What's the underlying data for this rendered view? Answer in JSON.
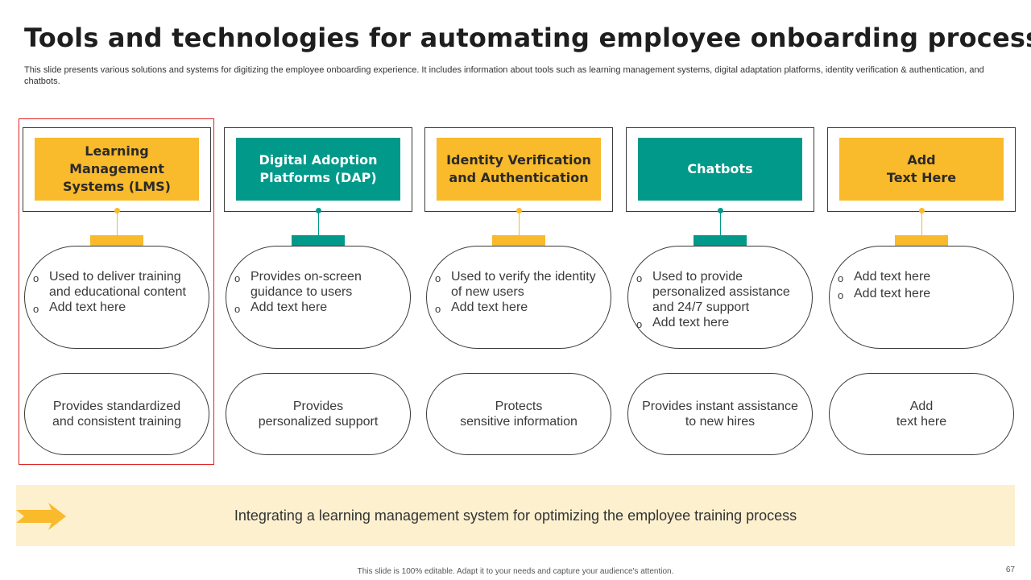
{
  "slide": {
    "title": "Tools and technologies for automating employee onboarding process",
    "subtitle": "This slide presents various solutions and systems for digitizing the employee onboarding experience. It includes information about tools such as learning management systems, digital adaptation platforms, identity verification & authentication, and chatbots.",
    "footer": "This slide is 100% editable.  Adapt it to your needs and capture your audience's attention.",
    "page_number": "67"
  },
  "colors": {
    "yellow": "#f9ba2b",
    "teal": "#00998a",
    "banner": "#fdf0cf",
    "highlight": "#e02020"
  },
  "columns": [
    {
      "heading": "Learning Management\nSystems (LMS)",
      "theme": "yellow",
      "bullets": [
        "Used to deliver training and educational content",
        "Add text here"
      ],
      "benefit": "Provides standardized\nand consistent training"
    },
    {
      "heading": "Digital Adoption\nPlatforms (DAP)",
      "theme": "teal",
      "bullets": [
        "Provides on-screen guidance to users",
        "Add text here"
      ],
      "benefit": "Provides\npersonalized support"
    },
    {
      "heading": "Identity Verification\nand Authentication",
      "theme": "yellow",
      "bullets": [
        "Used to verify the identity of new users",
        "Add text here"
      ],
      "benefit": "Protects\nsensitive information"
    },
    {
      "heading": "Chatbots",
      "theme": "teal",
      "bullets": [
        "Used to provide personalized assistance and 24/7 support",
        "Add text here"
      ],
      "benefit": "Provides instant assistance\nto new hires"
    },
    {
      "heading": "Add\nText Here",
      "theme": "yellow",
      "bullets": [
        "Add text here",
        "Add text here"
      ],
      "benefit": "Add\ntext here"
    }
  ],
  "banner": {
    "text": "Integrating a learning management system for optimizing the employee training process",
    "icon": "arrow-right-icon"
  }
}
